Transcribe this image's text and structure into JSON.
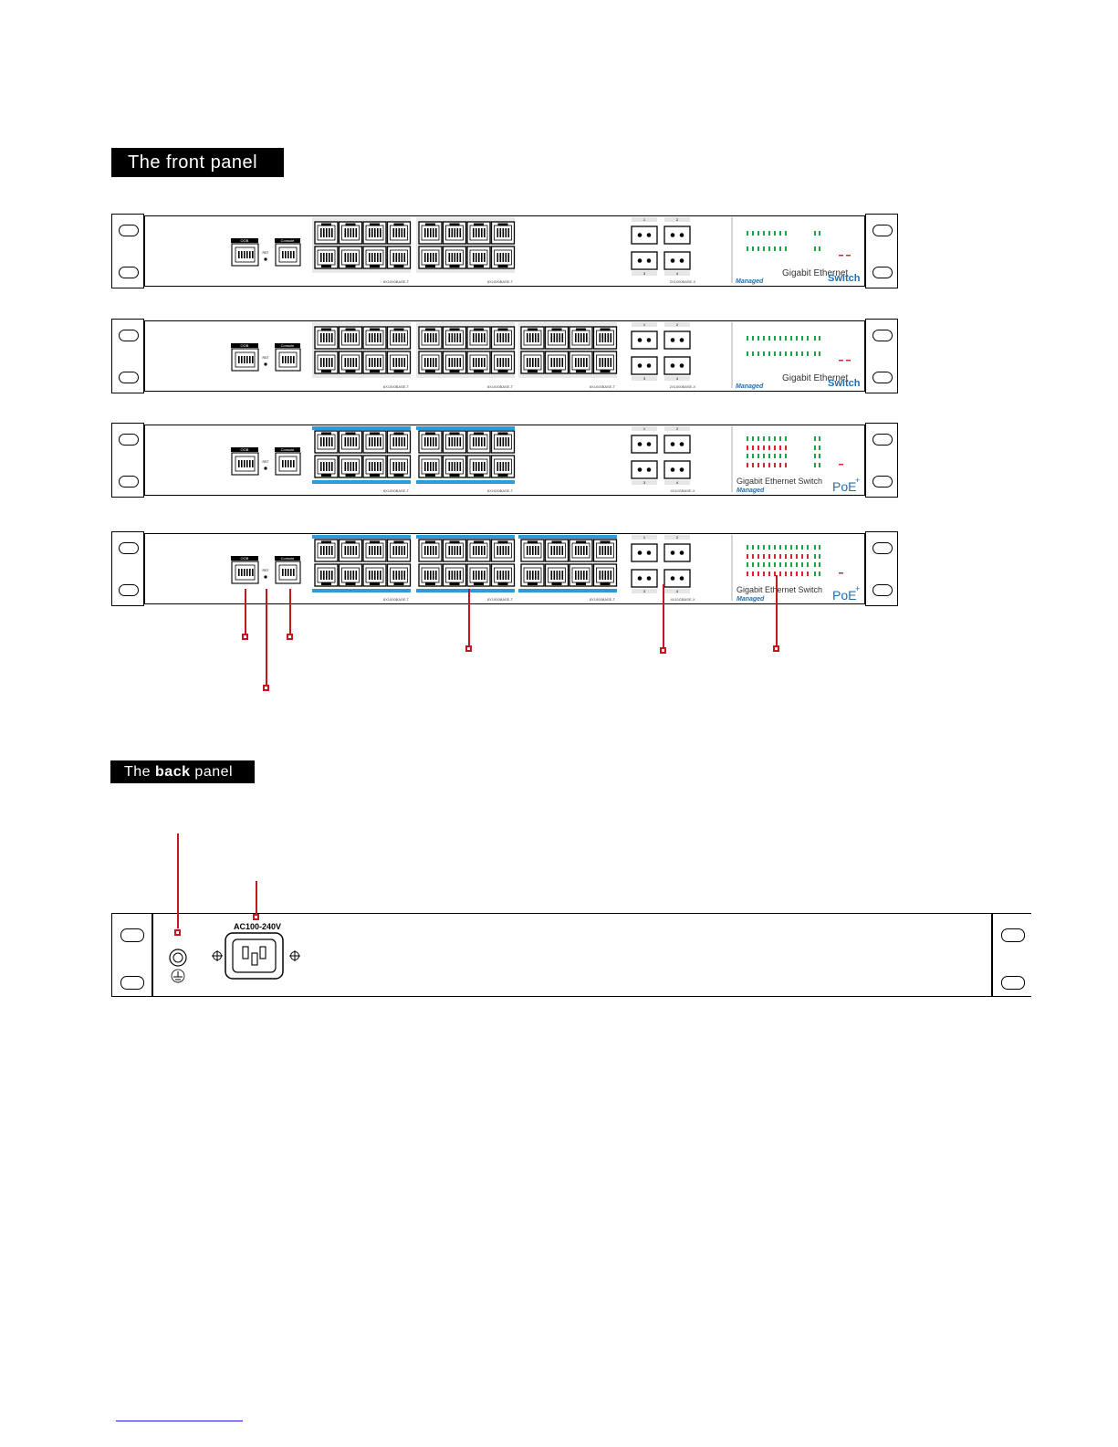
{
  "titles": {
    "front_panel": "The front panel",
    "back_panel_pre": "The ",
    "back_panel_bold": "back",
    "back_panel_post": " panel"
  },
  "front_panel": {
    "oob_label": "OOB",
    "console_label": "Console",
    "rst_label": "RST",
    "brand_gigabit": "Gigabit Ethernet",
    "brand_switch": "Switch",
    "brand_managed": "Managed",
    "brand_gigabit_switch": "Gigabit Ethernet Switch",
    "brand_poe": "PoE",
    "brand_poe_plus": "+",
    "sfp_numbers": [
      "1",
      "2",
      "3",
      "4"
    ],
    "units": [
      {
        "id": "unit-1",
        "poe": false,
        "rj45_groups": 2,
        "group_labels": [
          "8X1000BASE-T",
          "8X1000BASE-T"
        ],
        "sfp_label": "2X1000BASE-X",
        "leds": 8
      },
      {
        "id": "unit-2",
        "poe": false,
        "rj45_groups": 3,
        "group_labels": [
          "8X1000BASE-T",
          "8X1000BASE-T",
          "8X1000BASE-T"
        ],
        "sfp_label": "2X1000BASE-X",
        "leds": 12
      },
      {
        "id": "unit-3",
        "poe": true,
        "rj45_groups": 2,
        "group_labels": [
          "8X1000BASE-T",
          "8X1000BASE-T"
        ],
        "sfp_label": "4X10GBASE-X",
        "leds": 8
      },
      {
        "id": "unit-4",
        "poe": true,
        "rj45_groups": 3,
        "group_labels": [
          "8X1000BASE-T",
          "8X1000BASE-T",
          "8X1000BASE-T"
        ],
        "sfp_label": "4X10GBASE-X",
        "leds": 12
      }
    ]
  },
  "back_panel": {
    "power_label": "AC100-240V"
  },
  "colors": {
    "callout_red": "#c4161c",
    "poe_blue": "#2b9bd9",
    "led_green": "#1aa34a",
    "led_red": "#d9232e",
    "brand_blue": "#1f6fb3"
  }
}
